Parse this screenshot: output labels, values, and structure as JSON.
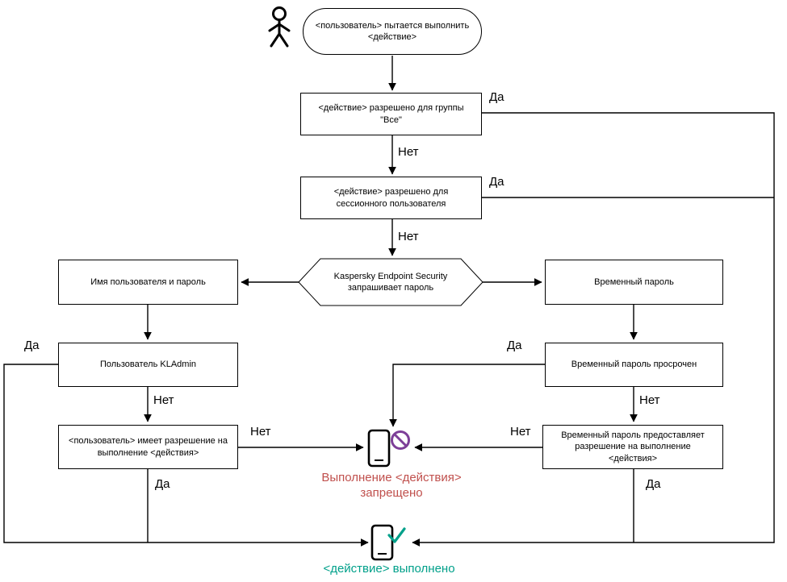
{
  "diagram": {
    "nodes": {
      "start": "<пользователь> пытается выполнить <действие>",
      "allowed_for_all": "<действие> разрешено для группы \"Все\"",
      "allowed_for_session": "<действие> разрешено для сессионного пользователя",
      "kes_prompt": "Kaspersky Endpoint Security запрашивает пароль",
      "username_password": "Имя пользователя и пароль",
      "temp_password": "Временный пароль",
      "kladmin_user": "Пользователь KLAdmin",
      "temp_password_expired": "Временный пароль просрочен",
      "user_has_permission": "<пользователь> имеет разрешение на выполнение <действия>",
      "temp_password_grants": "Временный пароль предоставляет разрешение на выполнение <действия>",
      "action_blocked": "Выполнение <действия> запрещено",
      "action_done": "<действие> выполнено"
    },
    "labels": {
      "yes": "Да",
      "no": "Нет"
    },
    "colors": {
      "blocked_text": "#c0504d",
      "done_text": "#00a08a",
      "prohibition_icon": "#7d3f98",
      "check_icon": "#00a08a",
      "connector": "#000000"
    }
  }
}
